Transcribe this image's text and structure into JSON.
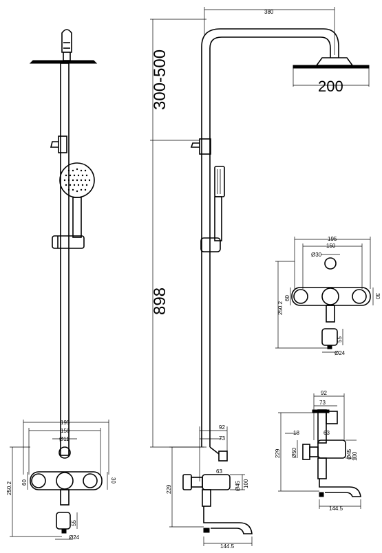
{
  "front": {
    "d195": "195",
    "d150": "150",
    "d11": "Ø11",
    "d250": "250.2",
    "d60": "60",
    "d30": "30",
    "d55": "55",
    "d24": "Ø24"
  },
  "side": {
    "d380": "380",
    "d300": "300-500",
    "d200": "200",
    "d898": "898",
    "d92": "92",
    "d73": "73",
    "d63": "63",
    "d45": "Ø45",
    "d100": "100",
    "d229": "229",
    "d1445": "144.5"
  },
  "detail_front": {
    "d195": "195",
    "d150": "150",
    "d30": "Ø30",
    "d250": "250.2",
    "d60": "60",
    "d30r": "30",
    "d55": "55",
    "d24": "Ø24"
  },
  "detail_side": {
    "d92": "92",
    "d73": "73",
    "d18": "18",
    "d63": "63",
    "d229": "229",
    "d50": "Ø50",
    "d45": "Ø45",
    "d100": "100",
    "d1445": "144.5"
  }
}
